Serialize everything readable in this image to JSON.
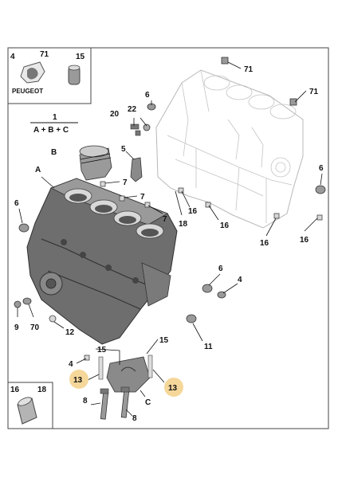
{
  "brand": {
    "name": "PEUGEOT"
  },
  "box_top_left": {
    "labels": [
      "4",
      "71",
      "15"
    ]
  },
  "formula": {
    "number": "1",
    "text": "A + B + C"
  },
  "box_bottom_left": {
    "labels": [
      "16",
      "18"
    ]
  },
  "callouts": [
    {
      "id": "71a",
      "text": "71"
    },
    {
      "id": "71b",
      "text": "71"
    },
    {
      "id": "6a",
      "text": "6"
    },
    {
      "id": "22",
      "text": "22"
    },
    {
      "id": "20",
      "text": "20"
    },
    {
      "id": "B",
      "text": "B"
    },
    {
      "id": "5",
      "text": "5"
    },
    {
      "id": "A",
      "text": "A"
    },
    {
      "id": "7a",
      "text": "7"
    },
    {
      "id": "7b",
      "text": "7"
    },
    {
      "id": "7c",
      "text": "7"
    },
    {
      "id": "6b",
      "text": "6"
    },
    {
      "id": "18",
      "text": "18"
    },
    {
      "id": "16a",
      "text": "16"
    },
    {
      "id": "16b",
      "text": "16"
    },
    {
      "id": "6c",
      "text": "6"
    },
    {
      "id": "16c",
      "text": "16"
    },
    {
      "id": "16d",
      "text": "16"
    },
    {
      "id": "16e",
      "text": "16"
    },
    {
      "id": "6d",
      "text": "6"
    },
    {
      "id": "4a",
      "text": "4"
    },
    {
      "id": "9",
      "text": "9"
    },
    {
      "id": "70",
      "text": "70"
    },
    {
      "id": "12",
      "text": "12"
    },
    {
      "id": "11",
      "text": "11"
    },
    {
      "id": "15a",
      "text": "15"
    },
    {
      "id": "15b",
      "text": "15"
    },
    {
      "id": "4b",
      "text": "4"
    },
    {
      "id": "C",
      "text": "C"
    },
    {
      "id": "8a",
      "text": "8"
    },
    {
      "id": "8b",
      "text": "8"
    }
  ],
  "highlighted": [
    {
      "id": "13a",
      "text": "13"
    },
    {
      "id": "13b",
      "text": "13"
    }
  ],
  "colors": {
    "highlight": "#f5d79a",
    "outline": "#111111"
  }
}
